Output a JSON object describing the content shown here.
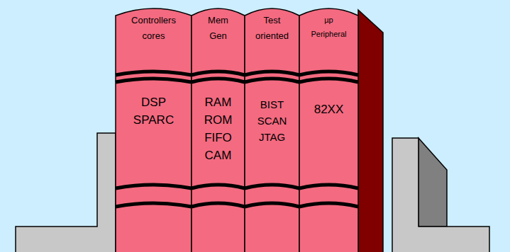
{
  "diagram": {
    "nodes": [
      {
        "text": [
          "Controllers cores",
          "DSP SPARC"
        ]
      },
      {
        "text": [
          "Mem Gen",
          "RAM ROM FIFO CAM"
        ]
      },
      {
        "text": [
          "Test oriented",
          "BIST SCAN JTAG"
        ]
      },
      {
        "text": [
          "µp Peripheral",
          "82XX"
        ]
      }
    ]
  }
}
